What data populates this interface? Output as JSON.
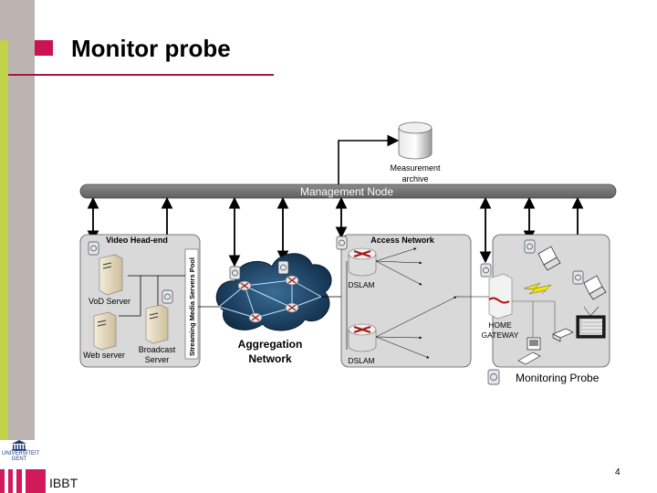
{
  "slide": {
    "title": "Monitor probe",
    "page_number": "4",
    "colors": {
      "accent": "#cc1155",
      "sidebar_gray": "#bbb4b1",
      "sidebar_green": "#c0d34a"
    }
  },
  "logos": {
    "university_line1": "UNIVERSITEIT",
    "university_line2": "GENT",
    "org": "IBBT"
  },
  "diagram": {
    "management_node": "Management Node",
    "measurement_archive_line1": "Measurement",
    "measurement_archive_line2": "archive",
    "video_headend": {
      "title": "Video Head-end",
      "pool_label": "Streaming Media Servers Pool",
      "vod_server": "VoD Server",
      "web_server": "Web server",
      "broadcast_line1": "Broadcast",
      "broadcast_line2": "Server"
    },
    "aggregation_line1": "Aggregation",
    "aggregation_line2": "Network",
    "access_network": {
      "title": "Access Network",
      "dslam_top": "DSLAM",
      "dslam_bottom": "DSLAM"
    },
    "home": {
      "gateway_line1": "HOME",
      "gateway_line2": "GATEWAY"
    },
    "legend": {
      "probe_label": "Monitoring Probe"
    }
  }
}
